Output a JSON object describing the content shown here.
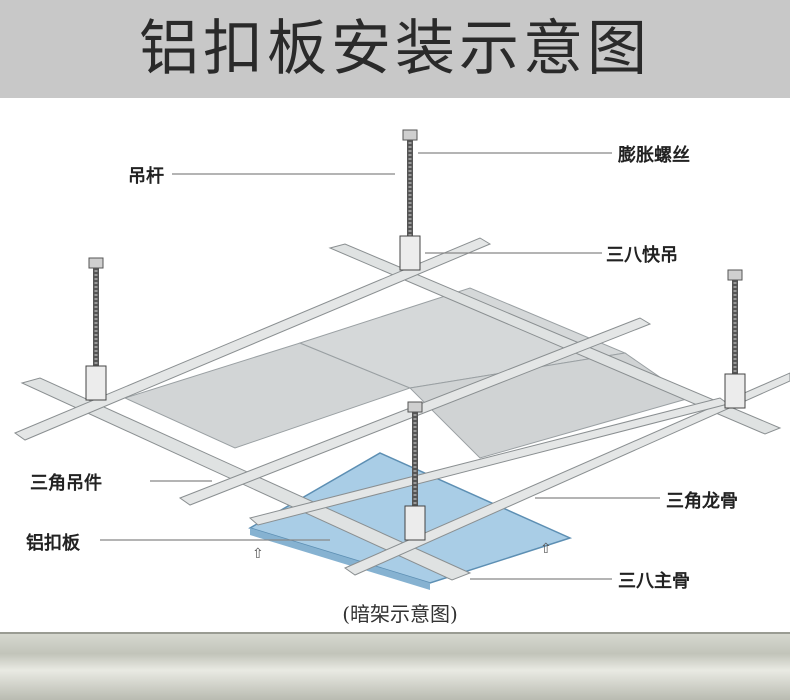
{
  "title": "铝扣板安装示意图",
  "caption": "(暗架示意图)",
  "labels": {
    "hanger_rod": "吊杆",
    "expansion_bolt": "膨胀螺丝",
    "quick_hanger": "三八快吊",
    "triangle_hanger": "三角吊件",
    "aluminum_panel": "铝扣板",
    "triangle_keel": "三角龙骨",
    "main_keel": "三八主骨"
  },
  "colors": {
    "banner": "#c8c8c8",
    "panel": "#a9cde6",
    "rail": "#d9dcdc",
    "ceiling": "#d2d5d6",
    "leader": "#888888"
  }
}
